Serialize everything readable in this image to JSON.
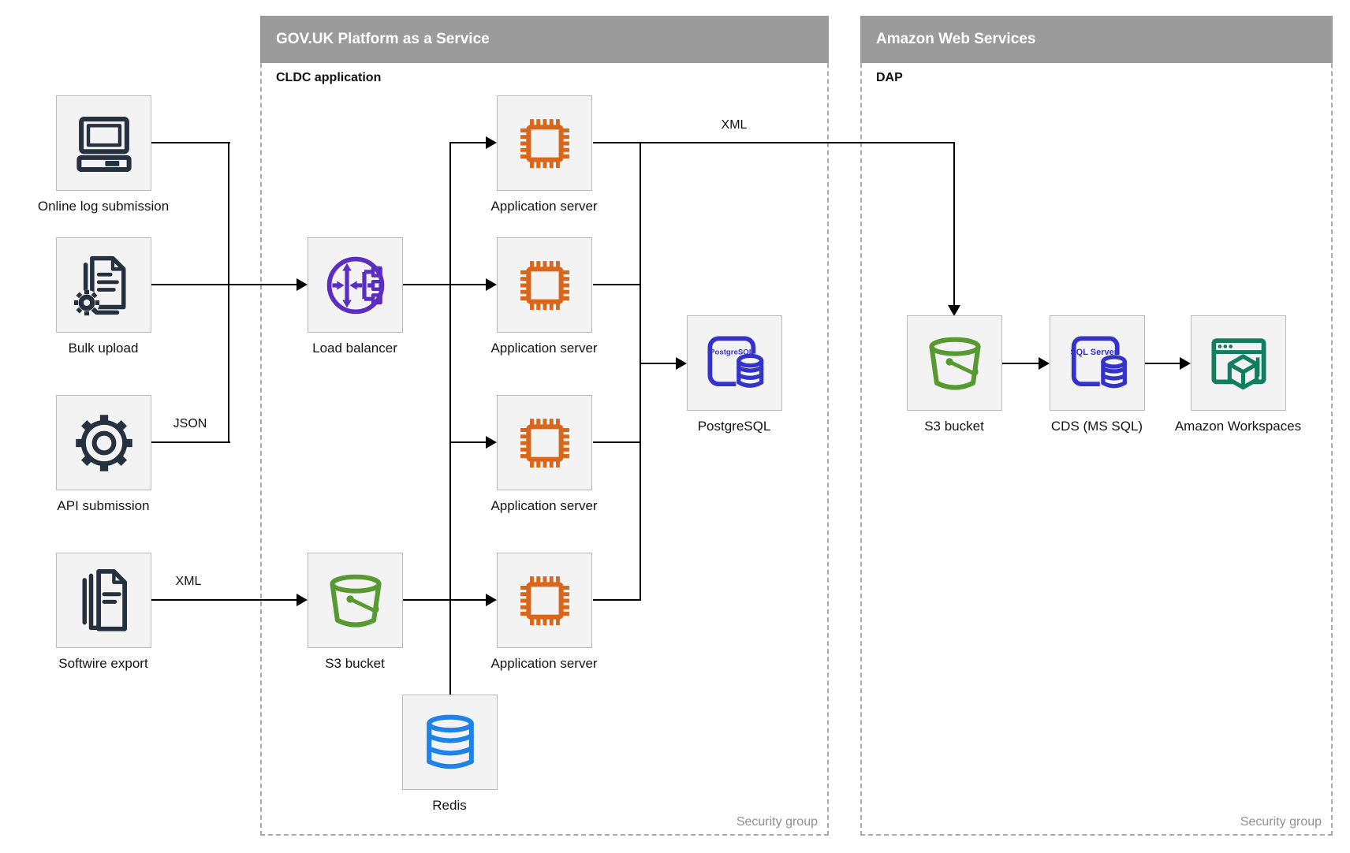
{
  "paas": {
    "title": "GOV.UK Platform as a Service",
    "sublabel": "CLDC application",
    "security_label": "Security group"
  },
  "aws": {
    "title": "Amazon Web Services",
    "sublabel": "DAP",
    "security_label": "Security group"
  },
  "nodes": {
    "online_log_submission": "Online log submission",
    "bulk_upload": "Bulk upload",
    "api_submission": "API submission",
    "softwire_export": "Softwire export",
    "load_balancer": "Load balancer",
    "app_server": "Application server",
    "postgresql": "PostgreSQL",
    "s3_bucket_paas": "S3 bucket",
    "redis": "Redis",
    "s3_bucket_aws": "S3 bucket",
    "cds_mssql": "CDS (MS SQL)",
    "amazon_workspaces": "Amazon Workspaces"
  },
  "edge_labels": {
    "json": "JSON",
    "xml_export": "XML",
    "xml_to_aws": "XML"
  },
  "icon_text": {
    "postgresql": "PostgreSQL",
    "sql_server": "SQL Server"
  },
  "colors": {
    "source_icon": "#26313f",
    "load_balancer": "#5b2ec1",
    "app_server": "#d9671b",
    "postgresql": "#3333cb",
    "s3_bucket": "#569a31",
    "redis": "#1e82e8",
    "sql_server": "#3333cb",
    "workspaces": "#117e60",
    "container_header": "#9b9b9b",
    "connector": "#000000"
  }
}
